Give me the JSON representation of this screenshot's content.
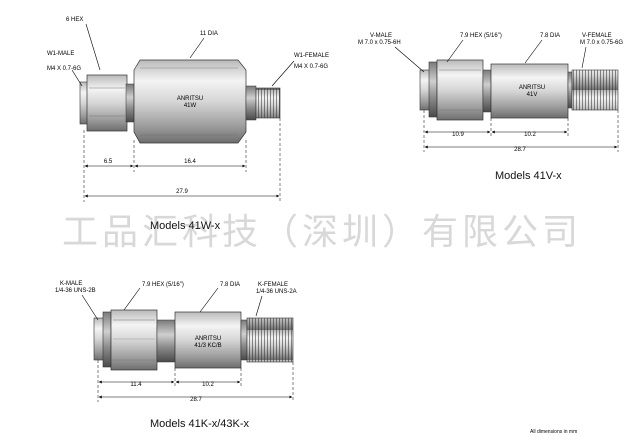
{
  "watermark": "工品汇科技（深圳）有限公司",
  "footer_note": "All dimensions in mm",
  "diagrams": [
    {
      "id": "41w",
      "caption": "Models 41W-x",
      "body_text": [
        "ANRITSU",
        "41W"
      ],
      "labels": {
        "hex": "6 HEX",
        "dia": "11 DIA",
        "male_1": "W1-MALE",
        "male_2": "M4 X 0.7-6G",
        "female_1": "W1-FEMALE",
        "female_2": "M4 X 0.7-6G"
      },
      "dims": {
        "left": "6.5",
        "right": "16.4",
        "total": "27.9"
      }
    },
    {
      "id": "41v",
      "caption": "Models 41V-x",
      "body_text": [
        "ANRITSU",
        "41V"
      ],
      "labels": {
        "male_1": "V-MALE",
        "male_2": "M 7.0 x 0.75-6H",
        "hex": "7.9 HEX (5/16\")",
        "dia": "7.8 DIA",
        "female_1": "V-FEMALE",
        "female_2": "M 7.0 x 0.75-6G"
      },
      "dims": {
        "left": "10.9",
        "right": "10.2",
        "total": "28.7"
      }
    },
    {
      "id": "41k",
      "caption": "Models 41K-x/43K-x",
      "body_text": [
        "ANRITSU",
        "41/3 KC/B"
      ],
      "labels": {
        "male_1": "K-MALE",
        "male_2": "1/4-36 UNS-2B",
        "hex": "7.9 HEX (5/16\")",
        "dia": "7.8 DIA",
        "female_1": "K-FEMALE",
        "female_2": "1/4-36 UNS-2A"
      },
      "dims": {
        "left": "11.4",
        "right": "10.2",
        "total": "28.7"
      }
    }
  ]
}
